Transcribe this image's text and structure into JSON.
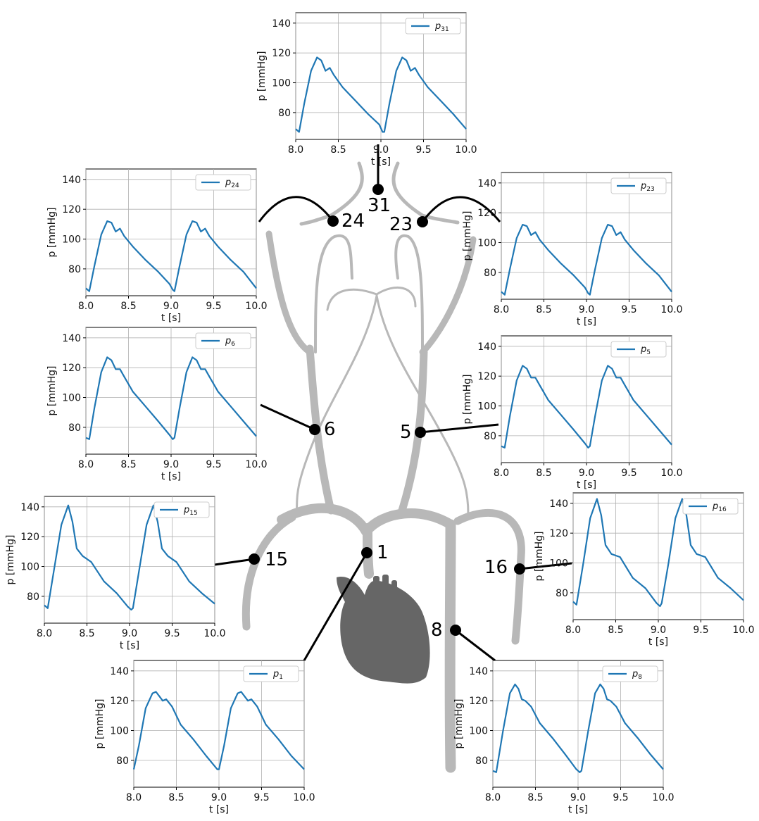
{
  "chart_data": [
    {
      "id": "p31",
      "node": "31",
      "type": "line",
      "xlabel": "t [s]",
      "ylabel": "p [mmHg]",
      "xlim": [
        8.0,
        10.0
      ],
      "ylim": [
        62,
        147
      ],
      "xticks": [
        8.0,
        8.5,
        9.0,
        9.5,
        10.0
      ],
      "yticks": [
        80,
        100,
        120,
        140
      ],
      "grid": true,
      "legend": "top-right",
      "series": [
        {
          "name": "p",
          "sub": "31",
          "color": "#1f77b4",
          "x": [
            8.0,
            8.04,
            8.1,
            8.18,
            8.25,
            8.3,
            8.35,
            8.4,
            8.45,
            8.55,
            8.7,
            8.85,
            8.98,
            9.02,
            9.04,
            9.1,
            9.18,
            9.25,
            9.3,
            9.35,
            9.4,
            9.45,
            9.55,
            9.7,
            9.85,
            10.0
          ],
          "values": [
            69,
            67,
            86,
            108,
            117,
            115,
            108,
            110,
            105,
            97,
            88,
            79,
            72,
            67,
            67,
            86,
            108,
            117,
            115,
            108,
            110,
            105,
            97,
            88,
            79,
            69
          ]
        }
      ]
    },
    {
      "id": "p24",
      "node": "24",
      "type": "line",
      "xlabel": "t [s]",
      "ylabel": "p [mmHg]",
      "xlim": [
        8.0,
        10.0
      ],
      "ylim": [
        62,
        147
      ],
      "xticks": [
        8.0,
        8.5,
        9.0,
        9.5,
        10.0
      ],
      "yticks": [
        80,
        100,
        120,
        140
      ],
      "grid": true,
      "legend": "top-right",
      "series": [
        {
          "name": "p",
          "sub": "24",
          "color": "#1f77b4",
          "x": [
            8.0,
            8.04,
            8.1,
            8.18,
            8.25,
            8.3,
            8.35,
            8.4,
            8.45,
            8.55,
            8.7,
            8.85,
            8.98,
            9.02,
            9.04,
            9.1,
            9.18,
            9.25,
            9.3,
            9.35,
            9.4,
            9.45,
            9.55,
            9.7,
            9.85,
            10.0
          ],
          "values": [
            67,
            65,
            82,
            103,
            112,
            111,
            105,
            107,
            102,
            95,
            86,
            78,
            70,
            66,
            65,
            82,
            103,
            112,
            111,
            105,
            107,
            102,
            95,
            86,
            78,
            67
          ]
        }
      ]
    },
    {
      "id": "p23",
      "node": "23",
      "type": "line",
      "xlabel": "t [s]",
      "ylabel": "p [mmHg]",
      "xlim": [
        8.0,
        10.0
      ],
      "ylim": [
        62,
        147
      ],
      "xticks": [
        8.0,
        8.5,
        9.0,
        9.5,
        10.0
      ],
      "yticks": [
        80,
        100,
        120,
        140
      ],
      "grid": true,
      "legend": "top-right",
      "series": [
        {
          "name": "p",
          "sub": "23",
          "color": "#1f77b4",
          "x": [
            8.0,
            8.04,
            8.1,
            8.18,
            8.25,
            8.3,
            8.35,
            8.4,
            8.45,
            8.55,
            8.7,
            8.85,
            8.98,
            9.02,
            9.04,
            9.1,
            9.18,
            9.25,
            9.3,
            9.35,
            9.4,
            9.45,
            9.55,
            9.7,
            9.85,
            10.0
          ],
          "values": [
            67,
            65,
            82,
            103,
            112,
            111,
            105,
            107,
            102,
            95,
            86,
            78,
            70,
            66,
            65,
            82,
            103,
            112,
            111,
            105,
            107,
            102,
            95,
            86,
            78,
            67
          ]
        }
      ]
    },
    {
      "id": "p6",
      "node": "6",
      "type": "line",
      "xlabel": "t [s]",
      "ylabel": "p [mmHg]",
      "xlim": [
        8.0,
        10.0
      ],
      "ylim": [
        62,
        147
      ],
      "xticks": [
        8.0,
        8.5,
        9.0,
        9.5,
        10.0
      ],
      "yticks": [
        80,
        100,
        120,
        140
      ],
      "grid": true,
      "legend": "top-right",
      "series": [
        {
          "name": "p",
          "sub": "6",
          "color": "#1f77b4",
          "x": [
            8.0,
            8.04,
            8.1,
            8.18,
            8.25,
            8.3,
            8.35,
            8.4,
            8.45,
            8.55,
            8.7,
            8.85,
            8.98,
            9.02,
            9.04,
            9.1,
            9.18,
            9.25,
            9.3,
            9.35,
            9.4,
            9.45,
            9.55,
            9.7,
            9.85,
            10.0
          ],
          "values": [
            73,
            72,
            93,
            117,
            127,
            125,
            119,
            119,
            114,
            104,
            94,
            84,
            75,
            72,
            73,
            93,
            117,
            127,
            125,
            119,
            119,
            114,
            104,
            94,
            84,
            74
          ]
        }
      ]
    },
    {
      "id": "p5",
      "node": "5",
      "type": "line",
      "xlabel": "t [s]",
      "ylabel": "p [mmHg]",
      "xlim": [
        8.0,
        10.0
      ],
      "ylim": [
        62,
        147
      ],
      "xticks": [
        8.0,
        8.5,
        9.0,
        9.5,
        10.0
      ],
      "yticks": [
        80,
        100,
        120,
        140
      ],
      "grid": true,
      "legend": "top-right",
      "series": [
        {
          "name": "p",
          "sub": "5",
          "color": "#1f77b4",
          "x": [
            8.0,
            8.04,
            8.1,
            8.18,
            8.25,
            8.3,
            8.35,
            8.4,
            8.45,
            8.55,
            8.7,
            8.85,
            8.98,
            9.02,
            9.04,
            9.1,
            9.18,
            9.25,
            9.3,
            9.35,
            9.4,
            9.45,
            9.55,
            9.7,
            9.85,
            10.0
          ],
          "values": [
            73,
            72,
            93,
            117,
            127,
            125,
            119,
            119,
            114,
            104,
            94,
            84,
            75,
            72,
            73,
            93,
            117,
            127,
            125,
            119,
            119,
            114,
            104,
            94,
            84,
            74
          ]
        }
      ]
    },
    {
      "id": "p15",
      "node": "15",
      "type": "line",
      "xlabel": "t [s]",
      "ylabel": "p [mmHg]",
      "xlim": [
        8.0,
        10.0
      ],
      "ylim": [
        62,
        147
      ],
      "xticks": [
        8.0,
        8.5,
        9.0,
        9.5,
        10.0
      ],
      "yticks": [
        80,
        100,
        120,
        140
      ],
      "grid": true,
      "legend": "top-right",
      "series": [
        {
          "name": "p",
          "sub": "15",
          "color": "#1f77b4",
          "x": [
            8.0,
            8.04,
            8.12,
            8.2,
            8.28,
            8.33,
            8.38,
            8.45,
            8.55,
            8.7,
            8.85,
            8.98,
            9.02,
            9.04,
            9.12,
            9.2,
            9.28,
            9.33,
            9.38,
            9.45,
            9.55,
            9.7,
            9.85,
            10.0
          ],
          "values": [
            74,
            72,
            100,
            128,
            141,
            130,
            112,
            107,
            103,
            90,
            82,
            73,
            71,
            72,
            100,
            128,
            141,
            130,
            112,
            107,
            103,
            90,
            82,
            75
          ]
        }
      ]
    },
    {
      "id": "p16",
      "node": "16",
      "type": "line",
      "xlabel": "t [s]",
      "ylabel": "p [mmHg]",
      "xlim": [
        8.0,
        10.0
      ],
      "ylim": [
        62,
        147
      ],
      "xticks": [
        8.0,
        8.5,
        9.0,
        9.5,
        10.0
      ],
      "yticks": [
        80,
        100,
        120,
        140
      ],
      "grid": true,
      "legend": "top-right",
      "series": [
        {
          "name": "p",
          "sub": "16",
          "color": "#1f77b4",
          "x": [
            8.0,
            8.04,
            8.12,
            8.2,
            8.28,
            8.33,
            8.38,
            8.45,
            8.55,
            8.7,
            8.85,
            8.98,
            9.02,
            9.04,
            9.12,
            9.2,
            9.28,
            9.33,
            9.38,
            9.45,
            9.55,
            9.7,
            9.85,
            10.0
          ],
          "values": [
            74,
            72,
            100,
            130,
            143,
            132,
            112,
            106,
            104,
            90,
            83,
            73,
            71,
            73,
            100,
            130,
            143,
            132,
            112,
            106,
            104,
            90,
            83,
            75
          ]
        }
      ]
    },
    {
      "id": "p1",
      "node": "1",
      "type": "line",
      "xlabel": "t [s]",
      "ylabel": "p [mmHg]",
      "xlim": [
        8.0,
        10.0
      ],
      "ylim": [
        62,
        147
      ],
      "xticks": [
        8.0,
        8.5,
        9.0,
        9.5,
        10.0
      ],
      "yticks": [
        80,
        100,
        120,
        140
      ],
      "grid": true,
      "legend": "top-right",
      "series": [
        {
          "name": "p",
          "sub": "1",
          "color": "#1f77b4",
          "x": [
            8.0,
            8.06,
            8.14,
            8.22,
            8.26,
            8.3,
            8.34,
            8.38,
            8.45,
            8.55,
            8.7,
            8.85,
            8.98,
            9.0,
            9.06,
            9.14,
            9.22,
            9.26,
            9.3,
            9.34,
            9.38,
            9.45,
            9.55,
            9.7,
            9.85,
            10.0
          ],
          "values": [
            74,
            90,
            115,
            125,
            126,
            123,
            120,
            121,
            116,
            104,
            94,
            83,
            74,
            74,
            90,
            115,
            125,
            126,
            123,
            120,
            121,
            116,
            104,
            94,
            83,
            74
          ]
        }
      ]
    },
    {
      "id": "p8",
      "node": "8",
      "type": "line",
      "xlabel": "t [s]",
      "ylabel": "p [mmHg]",
      "xlim": [
        8.0,
        10.0
      ],
      "ylim": [
        62,
        147
      ],
      "xticks": [
        8.0,
        8.5,
        9.0,
        9.5,
        10.0
      ],
      "yticks": [
        80,
        100,
        120,
        140
      ],
      "grid": true,
      "legend": "top-right",
      "series": [
        {
          "name": "p",
          "sub": "8",
          "color": "#1f77b4",
          "x": [
            8.0,
            8.04,
            8.12,
            8.2,
            8.26,
            8.3,
            8.34,
            8.38,
            8.45,
            8.55,
            8.7,
            8.85,
            8.98,
            9.02,
            9.04,
            9.12,
            9.2,
            9.26,
            9.3,
            9.34,
            9.38,
            9.45,
            9.55,
            9.7,
            9.85,
            10.0
          ],
          "values": [
            73,
            72,
            100,
            125,
            131,
            128,
            121,
            120,
            116,
            105,
            95,
            84,
            74,
            72,
            73,
            100,
            125,
            131,
            128,
            121,
            120,
            116,
            105,
            95,
            84,
            74
          ]
        }
      ]
    }
  ]
}
